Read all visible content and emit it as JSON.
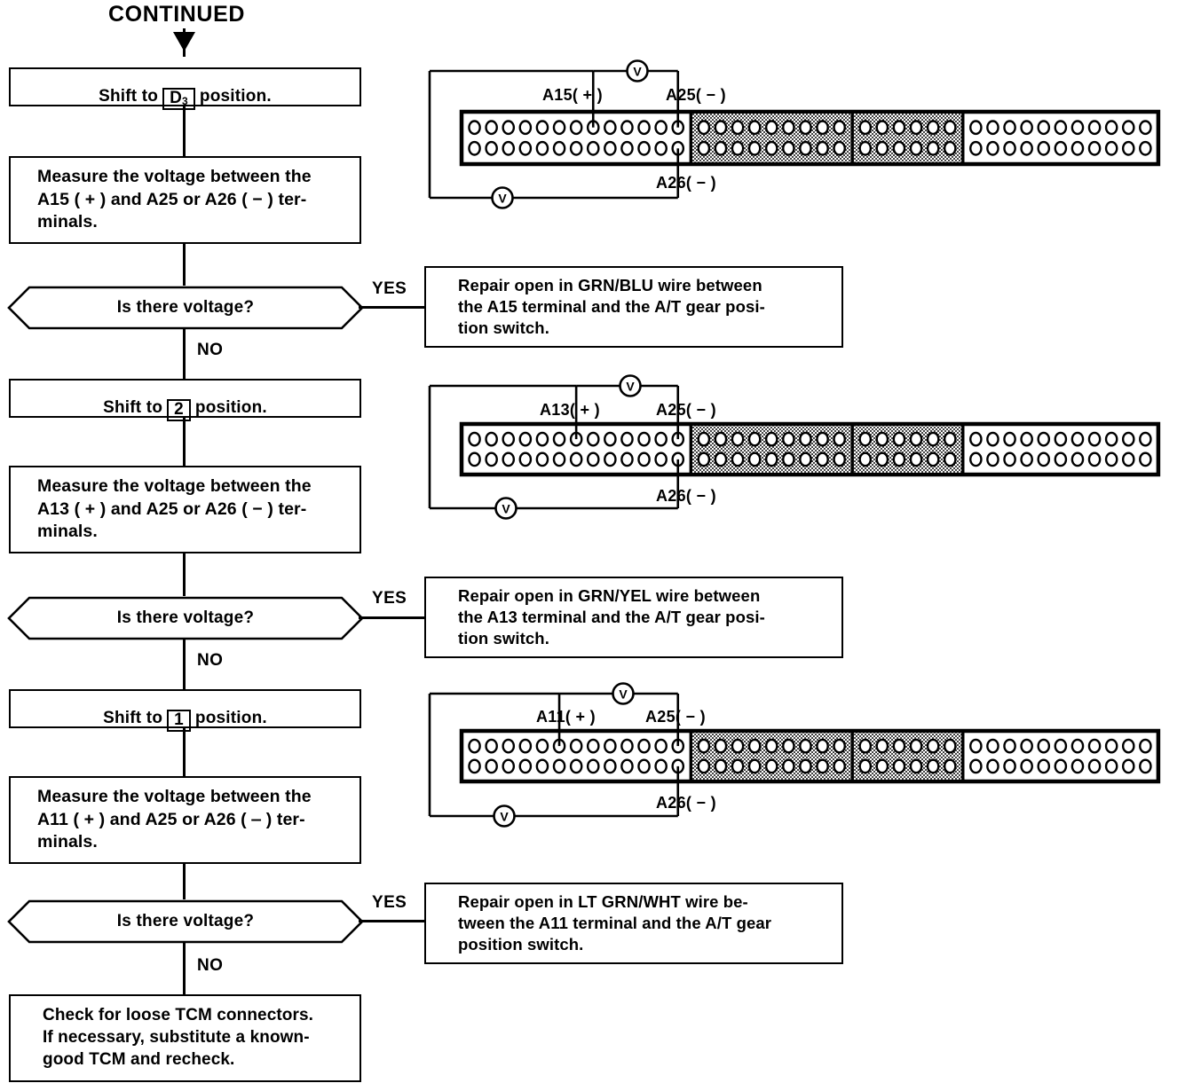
{
  "document": {
    "type": "automotive-troubleshooting-flowchart",
    "header": "CONTINUED"
  },
  "flow": {
    "steps": [
      {
        "id": "shift-d3",
        "kind": "process",
        "prefix": "Shift to",
        "gear": "D",
        "gear_sub": "3",
        "suffix": "position."
      },
      {
        "id": "measure-a15",
        "kind": "process",
        "text": "Measure the voltage between the\nA15 ( + ) and A25 or A26 ( − ) ter-\nminals."
      },
      {
        "id": "decision-1",
        "kind": "decision",
        "text": "Is there voltage?",
        "yes_label": "YES",
        "no_label": "NO"
      },
      {
        "id": "repair-grn-blu",
        "kind": "terminator",
        "text": "Repair open in GRN/BLU wire between\nthe A15 terminal and the A/T gear posi-\ntion switch."
      },
      {
        "id": "shift-2",
        "kind": "process",
        "prefix": "Shift to",
        "gear": "2",
        "gear_sub": "",
        "suffix": "position."
      },
      {
        "id": "measure-a13",
        "kind": "process",
        "text": "Measure the voltage between the\nA13 ( + ) and A25 or A26 ( − ) ter-\nminals."
      },
      {
        "id": "decision-2",
        "kind": "decision",
        "text": "Is there voltage?",
        "yes_label": "YES",
        "no_label": "NO"
      },
      {
        "id": "repair-grn-yel",
        "kind": "terminator",
        "text": "Repair open in GRN/YEL wire between\nthe A13 terminal and the A/T gear posi-\ntion switch."
      },
      {
        "id": "shift-1",
        "kind": "process",
        "prefix": "Shift to",
        "gear": "1",
        "gear_sub": "",
        "suffix": "position."
      },
      {
        "id": "measure-a11",
        "kind": "process",
        "text": "Measure the voltage between the\nA11 ( + ) and A25 or A26 ( ‒ ) ter-\nminals."
      },
      {
        "id": "decision-3",
        "kind": "decision",
        "text": "Is there voltage?",
        "yes_label": "YES",
        "no_label": "NO"
      },
      {
        "id": "repair-lt-grn-wht",
        "kind": "terminator",
        "text": "Repair open in LT GRN/WHT wire be-\ntween the A11 terminal and the A/T gear\nposition switch."
      },
      {
        "id": "final-tcm",
        "kind": "terminator",
        "text": "Check for loose TCM connectors.\nIf necessary, substitute a known-\ngood TCM and recheck."
      }
    ]
  },
  "connectors": [
    {
      "id": "connector-a15",
      "positive_label": "A15( + )",
      "negative_top_label": "A25( − )",
      "negative_bottom_label": "A26( − )",
      "meter_symbol": "V",
      "positive_pin_index": 8,
      "negative_pin_index": 13,
      "blocks": [
        {
          "pins": 13,
          "shaded": false
        },
        {
          "pins": 9,
          "shaded": true
        },
        {
          "pins": 6,
          "shaded": true
        },
        {
          "pins": 11,
          "shaded": false
        }
      ]
    },
    {
      "id": "connector-a13",
      "positive_label": "A13( + )",
      "negative_top_label": "A25( − )",
      "negative_bottom_label": "A26( − )",
      "meter_symbol": "V",
      "positive_pin_index": 7,
      "negative_pin_index": 13,
      "blocks": [
        {
          "pins": 13,
          "shaded": false
        },
        {
          "pins": 9,
          "shaded": true
        },
        {
          "pins": 6,
          "shaded": true
        },
        {
          "pins": 11,
          "shaded": false
        }
      ]
    },
    {
      "id": "connector-a11",
      "positive_label": "A11( + )",
      "negative_top_label": "A25( − )",
      "negative_bottom_label": "A26( − )",
      "meter_symbol": "V",
      "positive_pin_index": 6,
      "negative_pin_index": 13,
      "blocks": [
        {
          "pins": 13,
          "shaded": false
        },
        {
          "pins": 9,
          "shaded": true
        },
        {
          "pins": 6,
          "shaded": true
        },
        {
          "pins": 11,
          "shaded": false
        }
      ]
    }
  ],
  "colors": {
    "ink": "#000000",
    "paper": "#ffffff",
    "shade": "#c9c9c9"
  }
}
